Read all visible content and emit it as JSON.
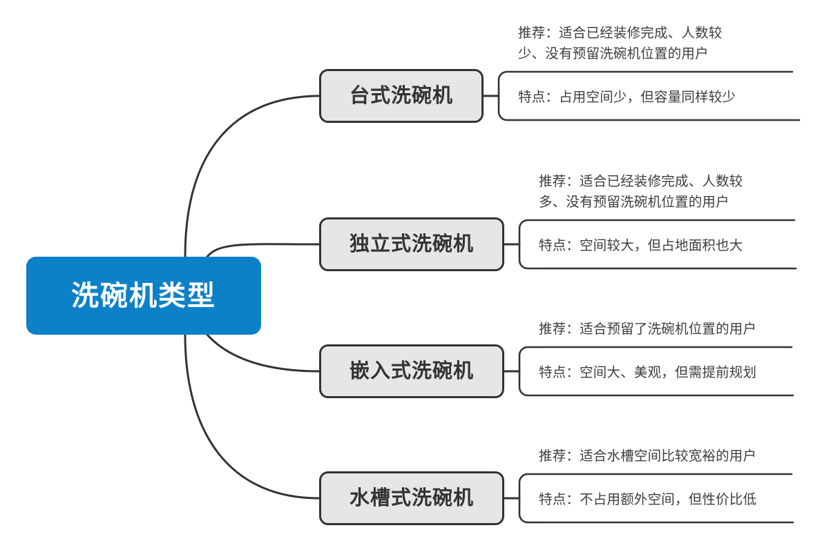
{
  "diagram": {
    "type": "mind-map",
    "title": "洗碗机类型",
    "center": {
      "label": "洗碗机类型",
      "bg_color": "#0d81c8",
      "text_color": "#ffffff"
    },
    "node_style": {
      "bg_color": "#e6e6e6",
      "border_color": "#333333",
      "text_color": "#333333"
    },
    "branches": [
      {
        "label": "台式洗碗机",
        "leaves": [
          {
            "label": "推荐：适合已经装修完成、人数较\n少、没有预留洗碗机位置的用户"
          },
          {
            "label": "特点：占用空间少，但容量同样较少"
          }
        ]
      },
      {
        "label": "独立式洗碗机",
        "leaves": [
          {
            "label": "推荐：适合已经装修完成、人数较\n多、没有预留洗碗机位置的用户"
          },
          {
            "label": "特点：空间较大，但占地面积也大"
          }
        ]
      },
      {
        "label": "嵌入式洗碗机",
        "leaves": [
          {
            "label": "推荐：适合预留了洗碗机位置的用户"
          },
          {
            "label": "特点：空间大、美观，但需提前规划"
          }
        ]
      },
      {
        "label": "水槽式洗碗机",
        "leaves": [
          {
            "label": "推荐：适合水槽空间比较宽裕的用户"
          },
          {
            "label": "特点：不占用额外空间，但性价比低"
          }
        ]
      }
    ]
  }
}
